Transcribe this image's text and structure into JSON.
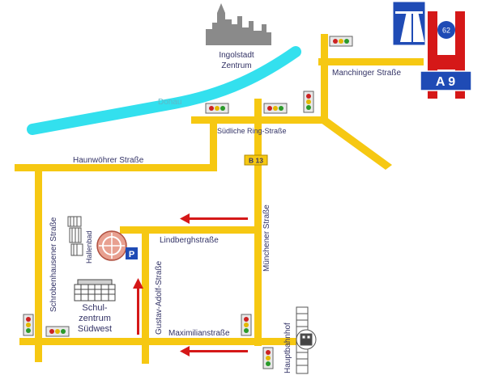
{
  "city": {
    "name_line1": "Ingolstadt",
    "name_line2": "Zentrum"
  },
  "river": {
    "name": "Donau"
  },
  "motorway": {
    "name": "A 9",
    "exit_number": "62"
  },
  "streets": {
    "manchinger": "Manchinger Straße",
    "suedliche_ring": "Südliche Ring-Straße",
    "b13": "B 13",
    "haunwoehrer": "Haunwöhrer Straße",
    "schrobenhausener": "Schrobenhausener Straße",
    "lindbergh": "Lindberghstraße",
    "muenchener": "Münchener Straße",
    "gustav_adolf": "Gustav-Adolf-Straße",
    "maximilian": "Maximilianstraße"
  },
  "poi": {
    "hallenbad": "Hallenbad",
    "school_line1": "Schul-",
    "school_line2": "zentrum",
    "school_line3": "Südwest",
    "hauptbahnhof": "Hauptbahnhof",
    "parking": "P"
  },
  "colors": {
    "road": "#f6c812",
    "river": "#33e0ee",
    "route_arrow": "#d51818",
    "motorway_red": "#d51818",
    "motorway_blue": "#1f4bb5",
    "label_text": "#333366"
  }
}
